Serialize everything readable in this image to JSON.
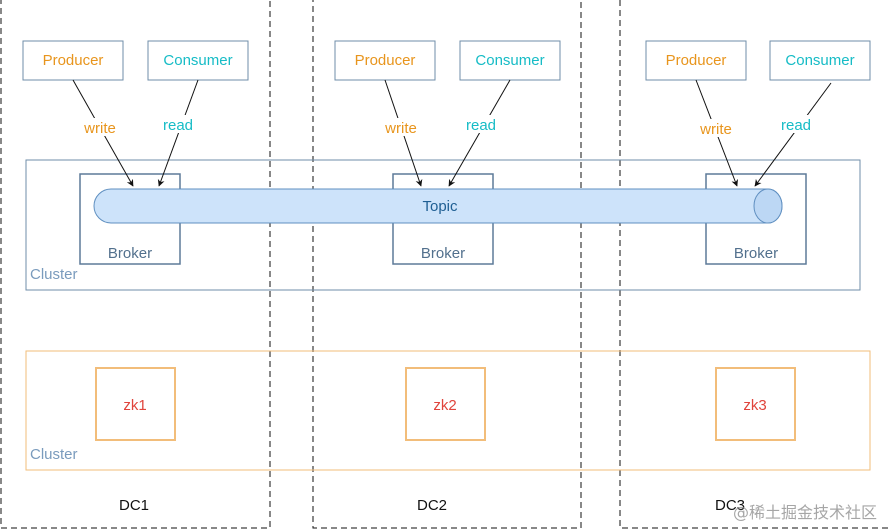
{
  "colors": {
    "producer": "#e8951d",
    "consumer": "#16bcc6",
    "blue_border": "#6f8ea8",
    "zk_border": "#f2bd7a",
    "zk_text": "#e0443c",
    "topic_fill": "#cde3fa",
    "topic_stroke": "#5f8fc0",
    "topic_text": "#1f5f93",
    "dash": "#111111"
  },
  "producers": [
    "Producer",
    "Producer",
    "Producer"
  ],
  "consumers": [
    "Consumer",
    "Consumer",
    "Consumer"
  ],
  "write_labels": [
    "write",
    "write",
    "write"
  ],
  "read_labels": [
    "read",
    "read",
    "read"
  ],
  "brokers": [
    "Broker",
    "Broker",
    "Broker"
  ],
  "topic": "Topic",
  "kafka_cluster_label": "Cluster",
  "zk_cluster_label": "Cluster",
  "zookeepers": [
    "zk1",
    "zk2",
    "zk3"
  ],
  "datacenters": [
    "DC1",
    "DC2",
    "DC3"
  ],
  "watermark": "@稀土掘金技术社区"
}
